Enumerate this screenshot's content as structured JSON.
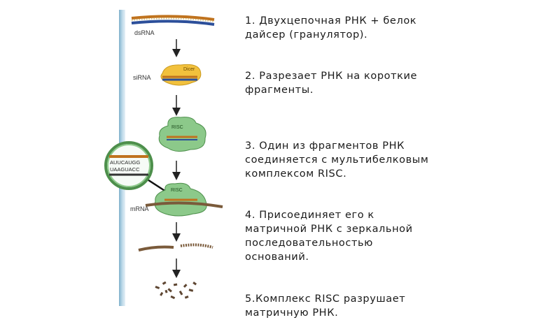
{
  "diagram": {
    "labels": {
      "dsrna": "dsRNA",
      "sirna": "siRNA",
      "mrna": "mRNA",
      "dicer": "Dicer",
      "risc_top": "RISC",
      "risc_bottom": "RISC",
      "seq_top": "AUUCAUGG",
      "seq_bottom": "UAAGUACC"
    }
  },
  "steps": [
    {
      "text": "1. Двухцепочная РНК + белок\nдайсер (гранулятор)."
    },
    {
      "text": "2. Разрезает РНК на короткие\nфрагменты."
    },
    {
      "text": "3. Один из фрагментов РНК\nсоединяется с мультибелковым\nкомплексом RISC."
    },
    {
      "text": "4. Присоединяет его к\nматричной РНК с зеркальной\nпоследовательностью\nоснований."
    },
    {
      "text": "5.Комплекс RISC разрушает\nматричную РНК."
    }
  ]
}
